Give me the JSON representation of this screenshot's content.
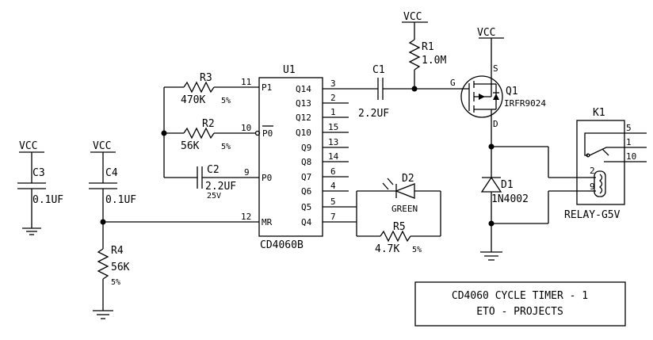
{
  "title_block": {
    "line1": "CD4060 CYCLE TIMER - 1",
    "line2": "ETO - PROJECTS"
  },
  "power": {
    "vcc": "VCC"
  },
  "u1": {
    "ref": "U1",
    "part": "CD4060B",
    "left_pins": [
      {
        "name": "P1",
        "num": "11"
      },
      {
        "name": "P0",
        "num": "10",
        "overline": true
      },
      {
        "name": "P0",
        "num": "9"
      },
      {
        "name": "MR",
        "num": "12"
      }
    ],
    "right_pins": [
      {
        "name": "Q14",
        "num": "3"
      },
      {
        "name": "Q13",
        "num": "2"
      },
      {
        "name": "Q12",
        "num": "1"
      },
      {
        "name": "Q10",
        "num": "15"
      },
      {
        "name": "Q9",
        "num": "13"
      },
      {
        "name": "Q8",
        "num": "14"
      },
      {
        "name": "Q7",
        "num": "6"
      },
      {
        "name": "Q6",
        "num": "4"
      },
      {
        "name": "Q5",
        "num": "5"
      },
      {
        "name": "Q4",
        "num": "7"
      }
    ]
  },
  "r1": {
    "ref": "R1",
    "value": "1.0M"
  },
  "r2": {
    "ref": "R2",
    "value": "56K",
    "tol": "5%"
  },
  "r3": {
    "ref": "R3",
    "value": "470K",
    "tol": "5%"
  },
  "r4": {
    "ref": "R4",
    "value": "56K",
    "tol": "5%"
  },
  "r5": {
    "ref": "R5",
    "value": "4.7K",
    "tol": "5%"
  },
  "c1": {
    "ref": "C1",
    "value": "2.2UF"
  },
  "c2": {
    "ref": "C2",
    "value": "2.2UF",
    "voltage": "25V"
  },
  "c3": {
    "ref": "C3",
    "value": "0.1UF"
  },
  "c4": {
    "ref": "C4",
    "value": "0.1UF"
  },
  "d1": {
    "ref": "D1",
    "value": "1N4002"
  },
  "d2": {
    "ref": "D2",
    "value": "GREEN"
  },
  "q1": {
    "ref": "Q1",
    "value": "IRFR9024",
    "pin_g": "G",
    "pin_s": "S",
    "pin_d": "D"
  },
  "k1": {
    "ref": "K1",
    "value": "RELAY-G5V",
    "pins": [
      "5",
      "1",
      "10",
      "2",
      "9"
    ]
  }
}
